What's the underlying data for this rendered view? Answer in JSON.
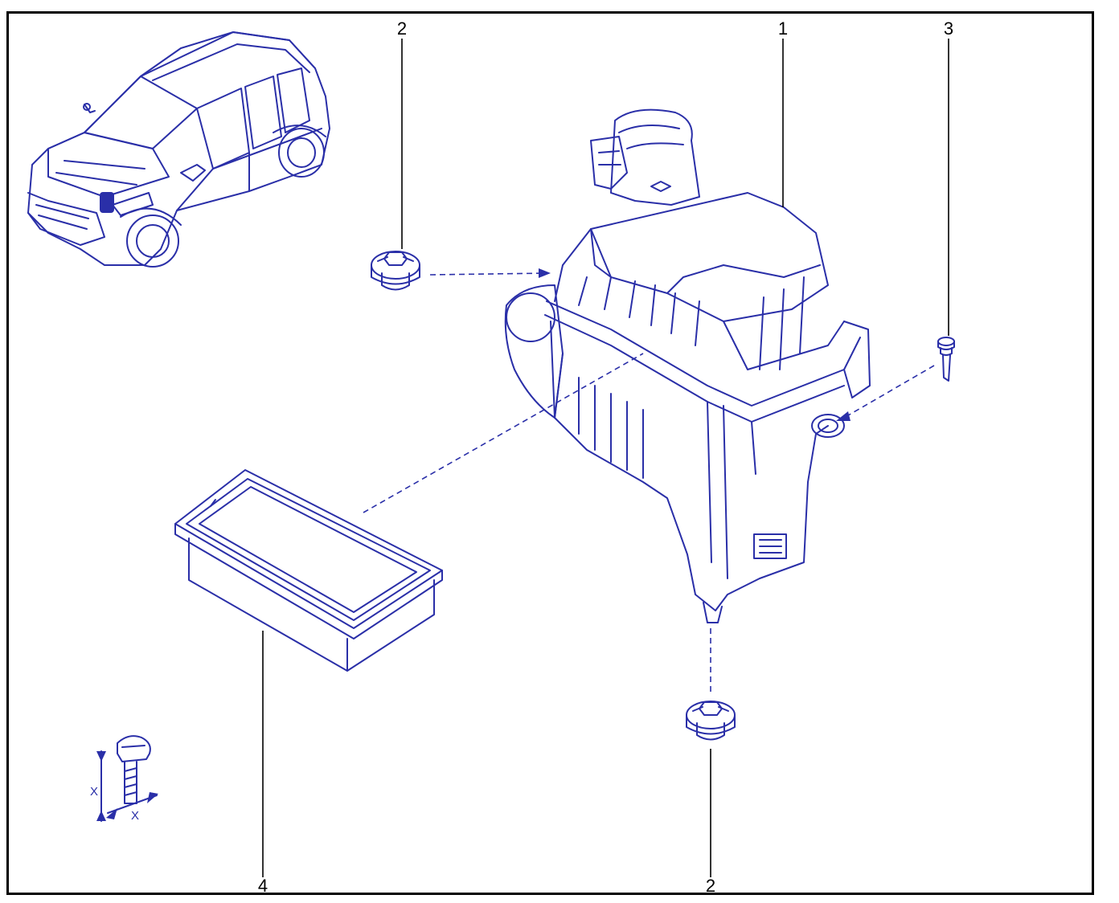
{
  "callouts": {
    "c1": "1",
    "c2_top": "2",
    "c2_bottom": "2",
    "c3": "3",
    "c4": "4"
  },
  "torque_symbol": {
    "dim_a": "X",
    "dim_b": "X"
  },
  "colors": {
    "line": "#2a2fa8",
    "leader": "#000000",
    "frame": "#000000"
  }
}
